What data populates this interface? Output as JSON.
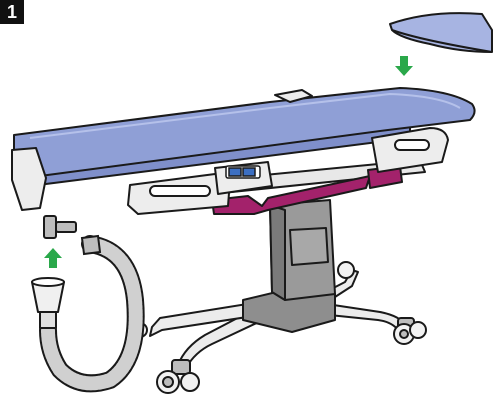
{
  "step": {
    "number": "1"
  },
  "colors": {
    "mattress": "#8f9fd6",
    "mattress_top": "#a3b1e3",
    "pillow": "#a7b4e2",
    "frame": "#e6e6e6",
    "column": "#8e8e8e",
    "column_dark": "#6f6f6f",
    "accent": "#a3226b",
    "arrow": "#2aa84a",
    "outline": "#1a1a1a",
    "hose": "#d0d0d0",
    "control_panel": "#3c6fc2"
  },
  "parts": {
    "mattress": "mattress",
    "pillow": "pillow",
    "hose": "corrugated-hose",
    "filter": "filter-cup",
    "base": "x-base-with-castors",
    "column": "lift-column",
    "handle": "magenta-handle"
  }
}
